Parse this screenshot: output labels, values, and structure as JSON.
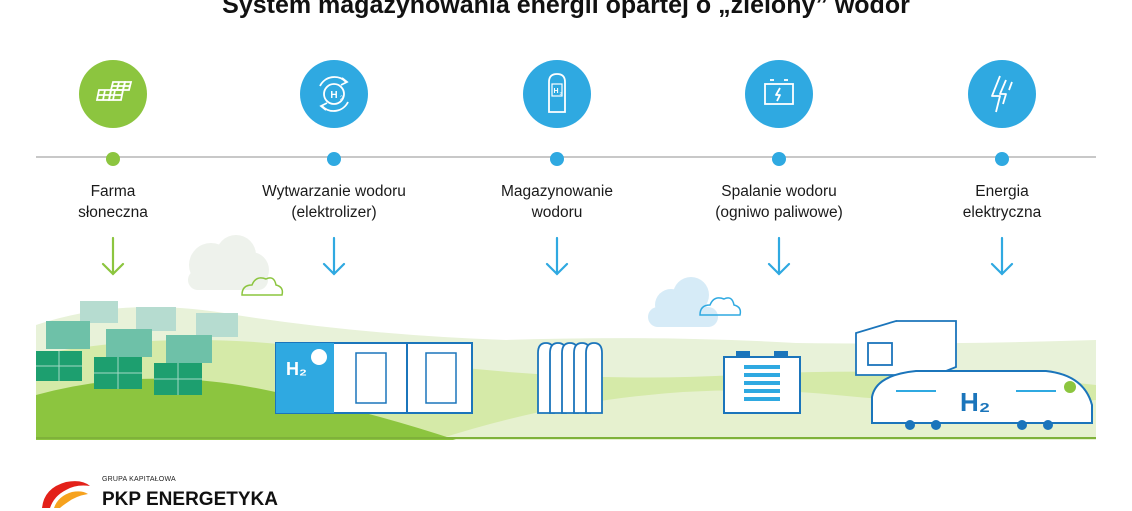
{
  "title": "System magazynowania energii opartej o „zielony” wodór",
  "stages": [
    {
      "label_line1": "Farma",
      "label_line2": "słoneczna",
      "icon": "solar-panel-icon",
      "color": "#8cc53f"
    },
    {
      "label_line1": "Wytwarzanie wodoru",
      "label_line2": "(elektrolizer)",
      "icon": "h2-cycle-icon",
      "color": "#2fa9e1"
    },
    {
      "label_line1": "Magazynowanie",
      "label_line2": "wodoru",
      "icon": "h2-tank-icon",
      "color": "#2fa9e1"
    },
    {
      "label_line1": "Spalanie wodoru",
      "label_line2": "(ogniwo paliwowe)",
      "icon": "fuel-cell-battery-icon",
      "color": "#2fa9e1"
    },
    {
      "label_line1": "Energia",
      "label_line2": "elektryczna",
      "icon": "lightning-icon",
      "color": "#2fa9e1"
    }
  ],
  "illustration": {
    "electrolyzer_label": "H₂",
    "train_label": "H₂"
  },
  "logo": {
    "group_label": "GRUPA KAPITAŁOWA",
    "brand": "PKP ENERGETYKA"
  }
}
